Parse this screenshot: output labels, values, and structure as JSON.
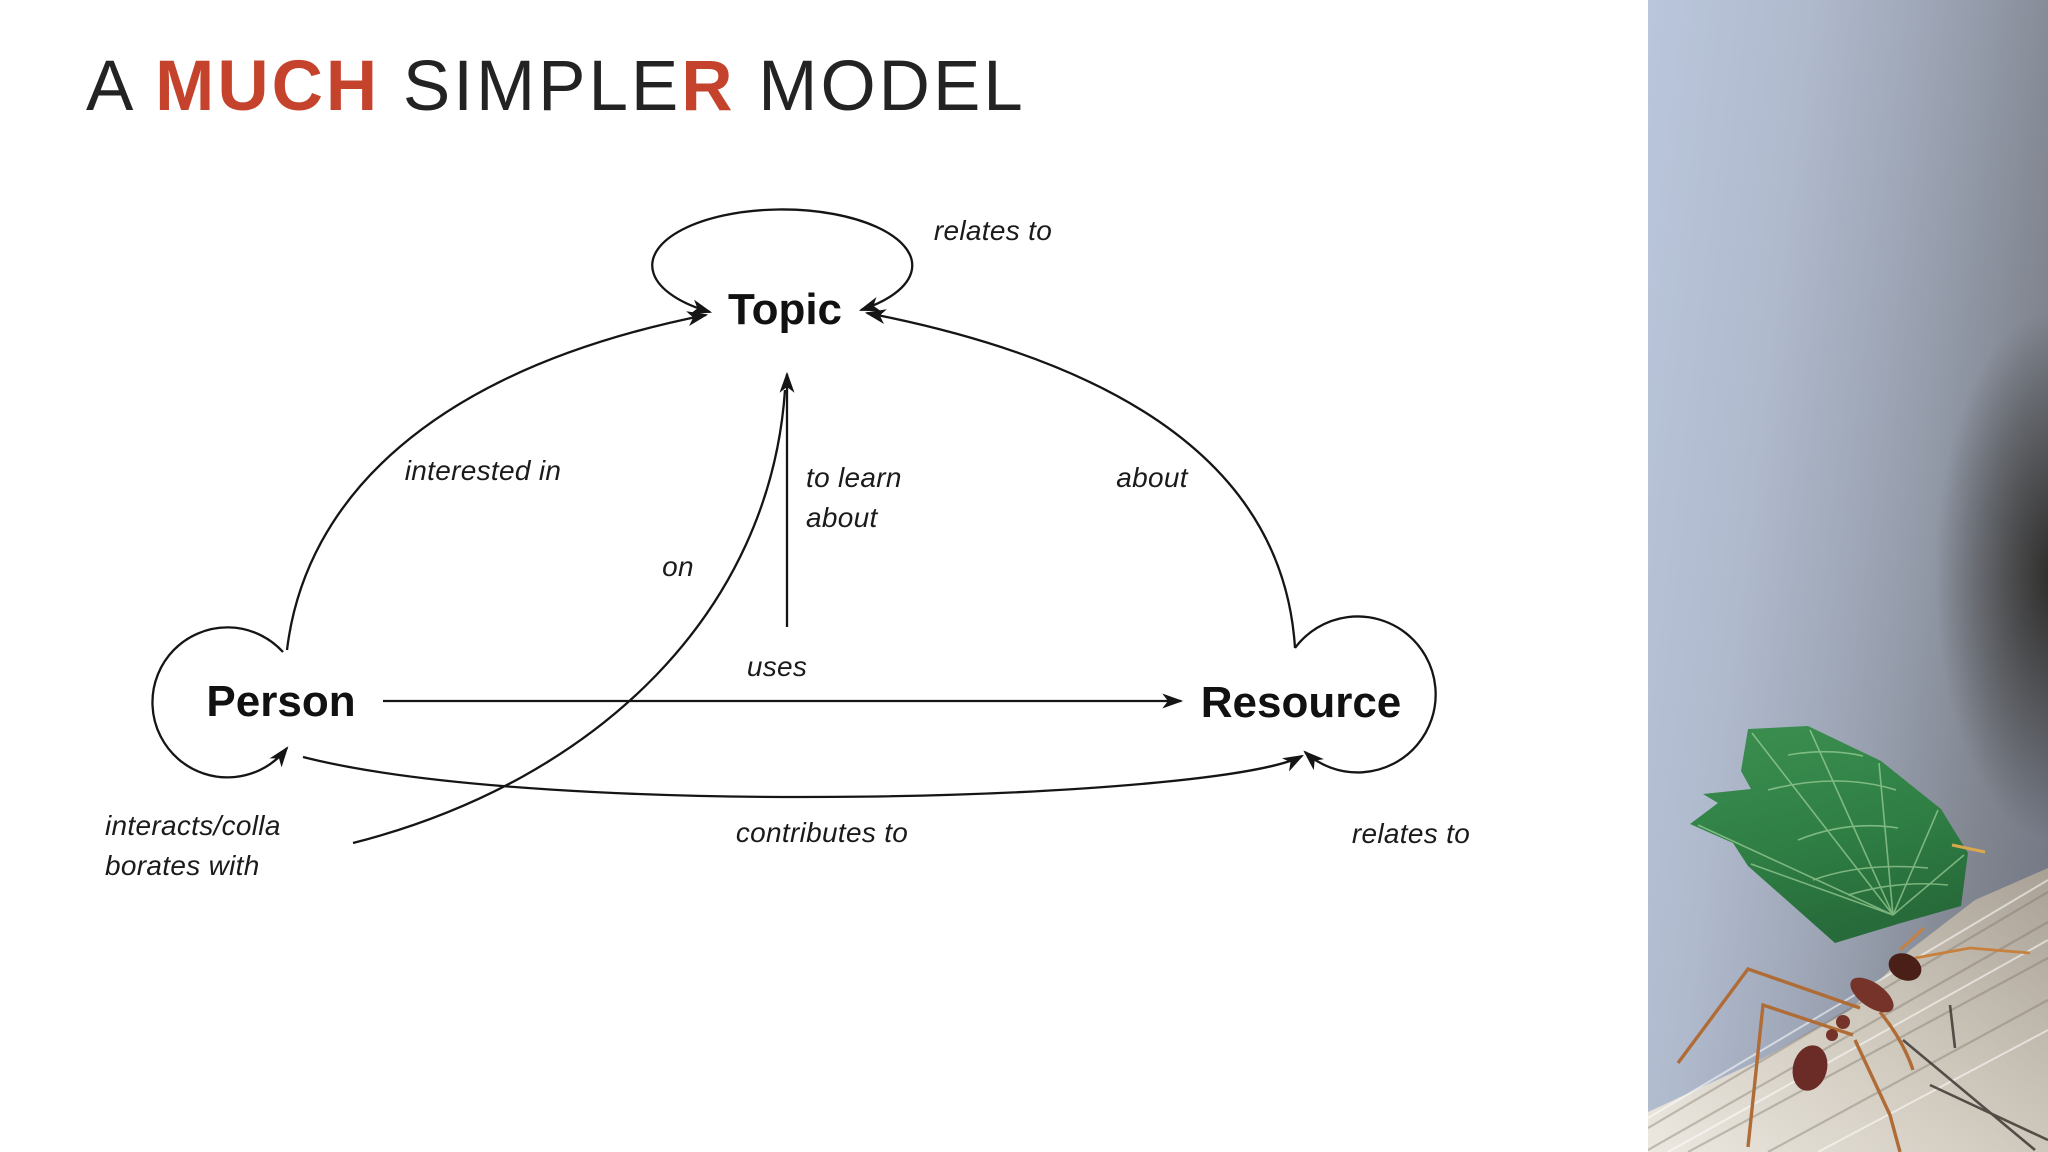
{
  "title": {
    "segments": [
      {
        "text": "A ",
        "accent": false
      },
      {
        "text": "MUCH",
        "accent": true
      },
      {
        "text": " SIMPLE",
        "accent": false
      },
      {
        "text": "R",
        "accent": true
      },
      {
        "text": " MODEL",
        "accent": false
      }
    ],
    "full_text": "A MUCH SIMPLER MODEL"
  },
  "colors": {
    "accent_red": "#c5432c",
    "ink": "#151515",
    "leaf_green": "#2f7f45",
    "leaf_vein": "#a8d8a0",
    "ant_body": "#72302a",
    "ant_leg": "#b06c36",
    "wood": "#cdc6ba",
    "sky_left": "#bac6dc",
    "sky_right": "#6f7482"
  },
  "diagram": {
    "nodes": [
      {
        "id": "topic",
        "label": "Topic"
      },
      {
        "id": "person",
        "label": "Person"
      },
      {
        "id": "resource",
        "label": "Resource"
      }
    ],
    "edges": [
      {
        "id": "topic-self-loop",
        "label": "relates to",
        "from": "topic",
        "to": "topic"
      },
      {
        "id": "person-topic",
        "label": "interested in",
        "from": "person",
        "to": "topic"
      },
      {
        "id": "resource-topic",
        "label": "about",
        "from": "resource",
        "to": "topic"
      },
      {
        "id": "uses-edge-topic",
        "label": "to learn\nabout",
        "from": "uses-edge",
        "to": "topic"
      },
      {
        "id": "contributes-edge-topic",
        "label": "on",
        "from": "contributes-edge",
        "to": "topic"
      },
      {
        "id": "person-resource-uses",
        "label": "uses",
        "from": "person",
        "to": "resource"
      },
      {
        "id": "person-resource-contributes",
        "label": "contributes to",
        "from": "person",
        "to": "resource"
      },
      {
        "id": "person-self-loop",
        "label": "interacts/colla\nborates with",
        "from": "person",
        "to": "person"
      },
      {
        "id": "resource-self-loop",
        "label": "relates to",
        "from": "resource",
        "to": "resource"
      }
    ]
  },
  "photo": {
    "name": "leafcutter-ant-carrying-leaf-photo"
  }
}
